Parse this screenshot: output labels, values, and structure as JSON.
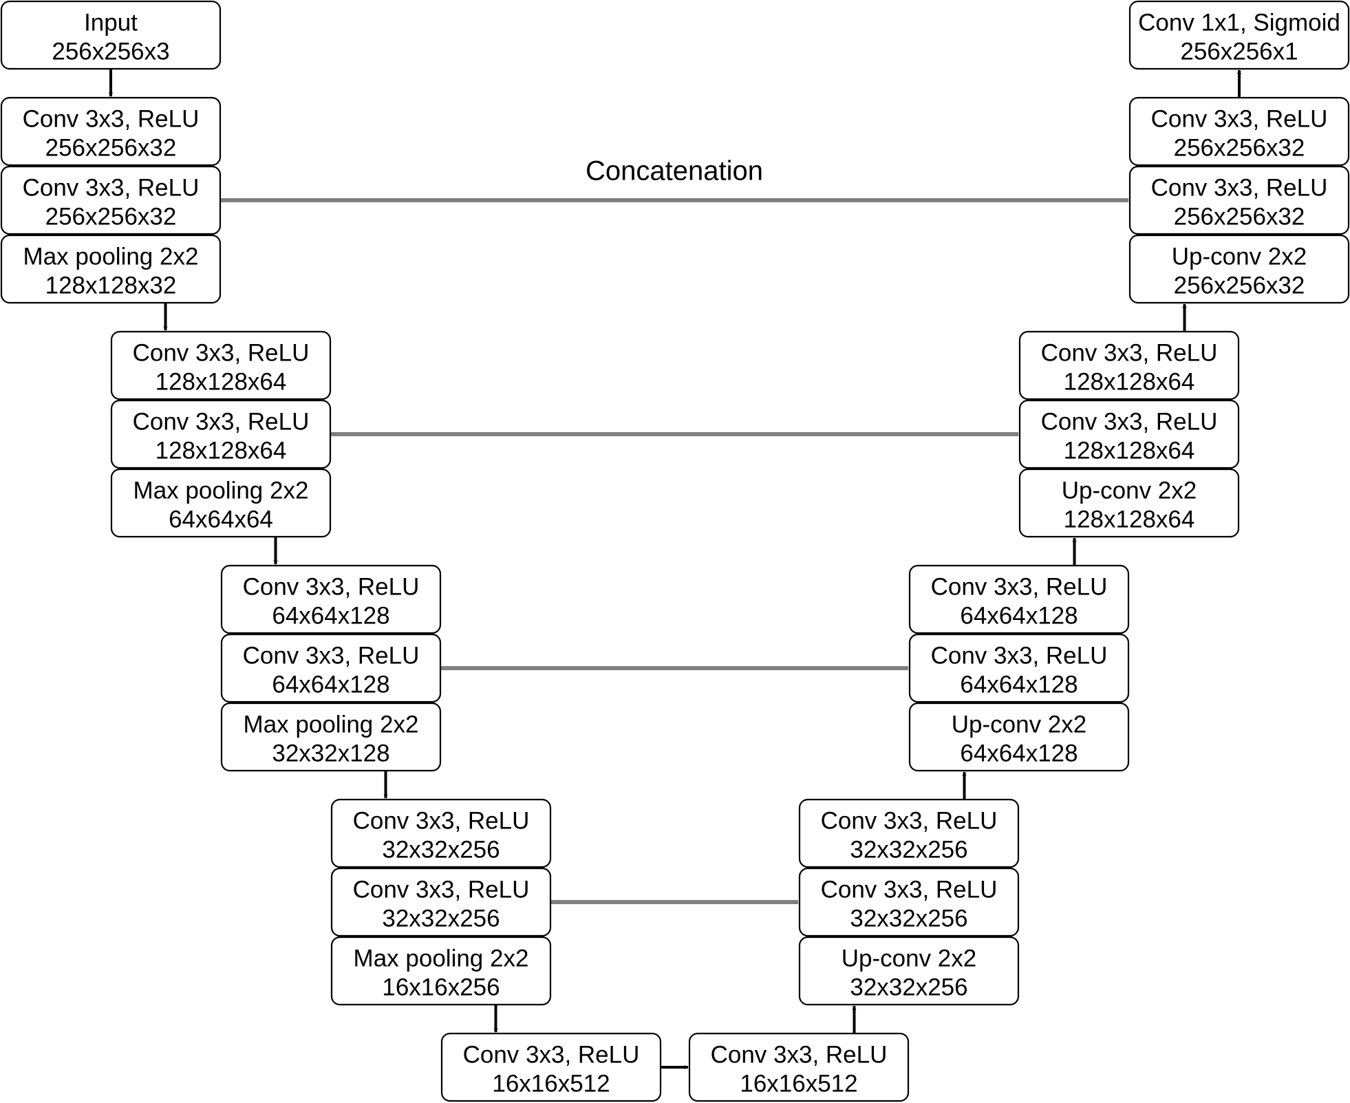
{
  "diagram": {
    "caption": "Concatenation",
    "colors": {
      "box_border": "#000000",
      "box_fill": "#ffffff",
      "flow_arrow": "#000000",
      "skip_arrow": "#808080"
    },
    "nodes": [
      {
        "id": "input",
        "name": "input-block",
        "op": "Input",
        "shape": "256x256x3"
      },
      {
        "id": "e1a",
        "name": "encoder-1-conv-a",
        "op": "Conv 3x3, ReLU",
        "shape": "256x256x32"
      },
      {
        "id": "e1b",
        "name": "encoder-1-conv-b",
        "op": "Conv 3x3, ReLU",
        "shape": "256x256x32"
      },
      {
        "id": "e1p",
        "name": "encoder-1-maxpool",
        "op": "Max pooling 2x2",
        "shape": "128x128x32"
      },
      {
        "id": "e2a",
        "name": "encoder-2-conv-a",
        "op": "Conv 3x3, ReLU",
        "shape": "128x128x64"
      },
      {
        "id": "e2b",
        "name": "encoder-2-conv-b",
        "op": "Conv 3x3, ReLU",
        "shape": "128x128x64"
      },
      {
        "id": "e2p",
        "name": "encoder-2-maxpool",
        "op": "Max pooling 2x2",
        "shape": "64x64x64"
      },
      {
        "id": "e3a",
        "name": "encoder-3-conv-a",
        "op": "Conv 3x3, ReLU",
        "shape": "64x64x128"
      },
      {
        "id": "e3b",
        "name": "encoder-3-conv-b",
        "op": "Conv 3x3, ReLU",
        "shape": "64x64x128"
      },
      {
        "id": "e3p",
        "name": "encoder-3-maxpool",
        "op": "Max pooling 2x2",
        "shape": "32x32x128"
      },
      {
        "id": "e4a",
        "name": "encoder-4-conv-a",
        "op": "Conv 3x3, ReLU",
        "shape": "32x32x256"
      },
      {
        "id": "e4b",
        "name": "encoder-4-conv-b",
        "op": "Conv 3x3, ReLU",
        "shape": "32x32x256"
      },
      {
        "id": "e4p",
        "name": "encoder-4-maxpool",
        "op": "Max pooling 2x2",
        "shape": "16x16x256"
      },
      {
        "id": "b1",
        "name": "bottleneck-conv-a",
        "op": "Conv 3x3, ReLU",
        "shape": "16x16x512"
      },
      {
        "id": "b2",
        "name": "bottleneck-conv-b",
        "op": "Conv 3x3, ReLU",
        "shape": "16x16x512"
      },
      {
        "id": "d4u",
        "name": "decoder-4-upconv",
        "op": "Up-conv 2x2",
        "shape": "32x32x256"
      },
      {
        "id": "d4b",
        "name": "decoder-4-conv-b",
        "op": "Conv 3x3, ReLU",
        "shape": "32x32x256"
      },
      {
        "id": "d4a",
        "name": "decoder-4-conv-a",
        "op": "Conv 3x3, ReLU",
        "shape": "32x32x256"
      },
      {
        "id": "d3u",
        "name": "decoder-3-upconv",
        "op": "Up-conv 2x2",
        "shape": "64x64x128"
      },
      {
        "id": "d3b",
        "name": "decoder-3-conv-b",
        "op": "Conv 3x3, ReLU",
        "shape": "64x64x128"
      },
      {
        "id": "d3a",
        "name": "decoder-3-conv-a",
        "op": "Conv 3x3, ReLU",
        "shape": "64x64x128"
      },
      {
        "id": "d2u",
        "name": "decoder-2-upconv",
        "op": "Up-conv 2x2",
        "shape": "128x128x64"
      },
      {
        "id": "d2b",
        "name": "decoder-2-conv-b",
        "op": "Conv 3x3, ReLU",
        "shape": "128x128x64"
      },
      {
        "id": "d2a",
        "name": "decoder-2-conv-a",
        "op": "Conv 3x3, ReLU",
        "shape": "128x128x64"
      },
      {
        "id": "d1u",
        "name": "decoder-1-upconv",
        "op": "Up-conv 2x2",
        "shape": "256x256x32"
      },
      {
        "id": "d1b",
        "name": "decoder-1-conv-b",
        "op": "Conv 3x3, ReLU",
        "shape": "256x256x32"
      },
      {
        "id": "d1a",
        "name": "decoder-1-conv-a",
        "op": "Conv 3x3, ReLU",
        "shape": "256x256x32"
      },
      {
        "id": "out",
        "name": "output-block",
        "op": "Conv 1x1, Sigmoid",
        "shape": "256x256x1"
      }
    ],
    "flow_edges": [
      {
        "from": "input",
        "to": "e1a"
      },
      {
        "from": "e1p",
        "to": "e2a"
      },
      {
        "from": "e2p",
        "to": "e3a"
      },
      {
        "from": "e3p",
        "to": "e4a"
      },
      {
        "from": "e4p",
        "to": "b1"
      },
      {
        "from": "b1",
        "to": "b2"
      },
      {
        "from": "b2",
        "to": "d4u"
      },
      {
        "from": "d4a",
        "to": "d3u"
      },
      {
        "from": "d3a",
        "to": "d2u"
      },
      {
        "from": "d2a",
        "to": "d1u"
      },
      {
        "from": "d1a",
        "to": "out"
      }
    ],
    "skip_edges": [
      {
        "from": "e1b",
        "to": "d1b"
      },
      {
        "from": "e2b",
        "to": "d2b"
      },
      {
        "from": "e3b",
        "to": "d3b"
      },
      {
        "from": "e4b",
        "to": "d4b"
      }
    ]
  }
}
